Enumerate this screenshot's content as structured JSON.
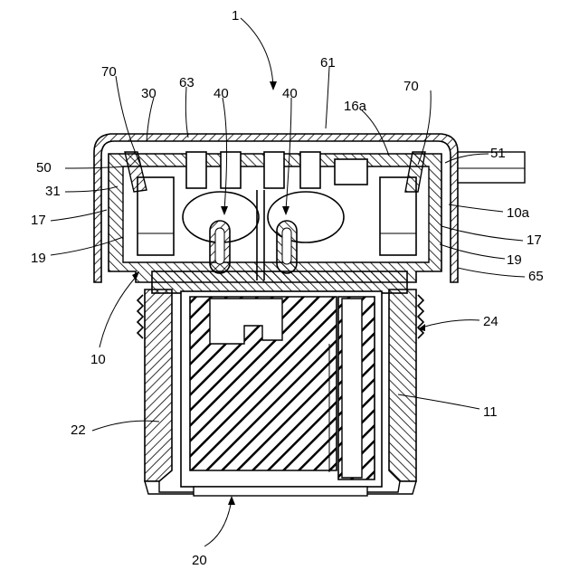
{
  "figure": {
    "labels": {
      "assembly": "1",
      "cover": "61",
      "cover_top": "63",
      "cover_side": "65",
      "clip_left": "70",
      "clip_right": "70",
      "lever": "30",
      "contact_left": "40",
      "contact_right": "40",
      "seal": "16a",
      "housing_left_upper": "50",
      "housing_right_upper": "51",
      "arm": "31",
      "wall_left": "17",
      "wall_right": "17",
      "stop_left": "19",
      "stop_right": "19",
      "housing_wall": "10a",
      "housing": "10",
      "ring": "24",
      "sleeve": "22",
      "outer_shell": "11",
      "plug": "20"
    }
  }
}
